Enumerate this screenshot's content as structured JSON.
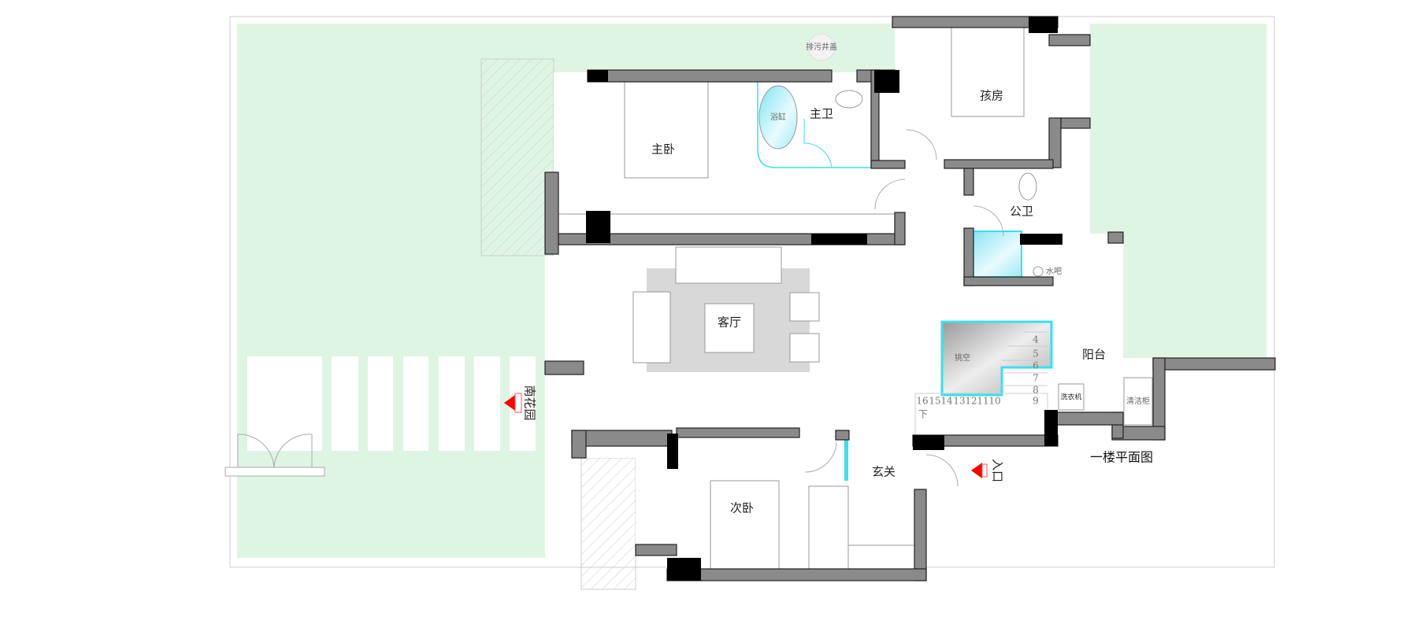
{
  "plan": {
    "title": "一楼平面图",
    "colors": {
      "garden": "#dff5e4",
      "wall": "#8a8a8a",
      "accent_cyan": "#39e0f0",
      "marker_red": "#ff0000"
    },
    "rooms": {
      "master_bedroom": "主卧",
      "master_bath": "主卫",
      "bathtub": "浴缸",
      "kids_room": "孩房",
      "public_bath": "公卫",
      "water_bar": "水吧",
      "living_room": "客厅",
      "balcony": "阳台",
      "void": "挑空",
      "washer": "洗衣机",
      "cleaning_cabinet": "清洁柜",
      "foyer": "玄关",
      "second_bedroom": "次卧",
      "sewer_cover": "排污井盖"
    },
    "markers": {
      "entrance": "入口",
      "south_garden": "南花园"
    },
    "stairs": {
      "right_steps": [
        "4",
        "5",
        "6",
        "7",
        "8",
        "9"
      ],
      "bottom_steps": [
        "16",
        "15",
        "14",
        "13",
        "12",
        "11",
        "10"
      ],
      "down_label": "下"
    }
  }
}
